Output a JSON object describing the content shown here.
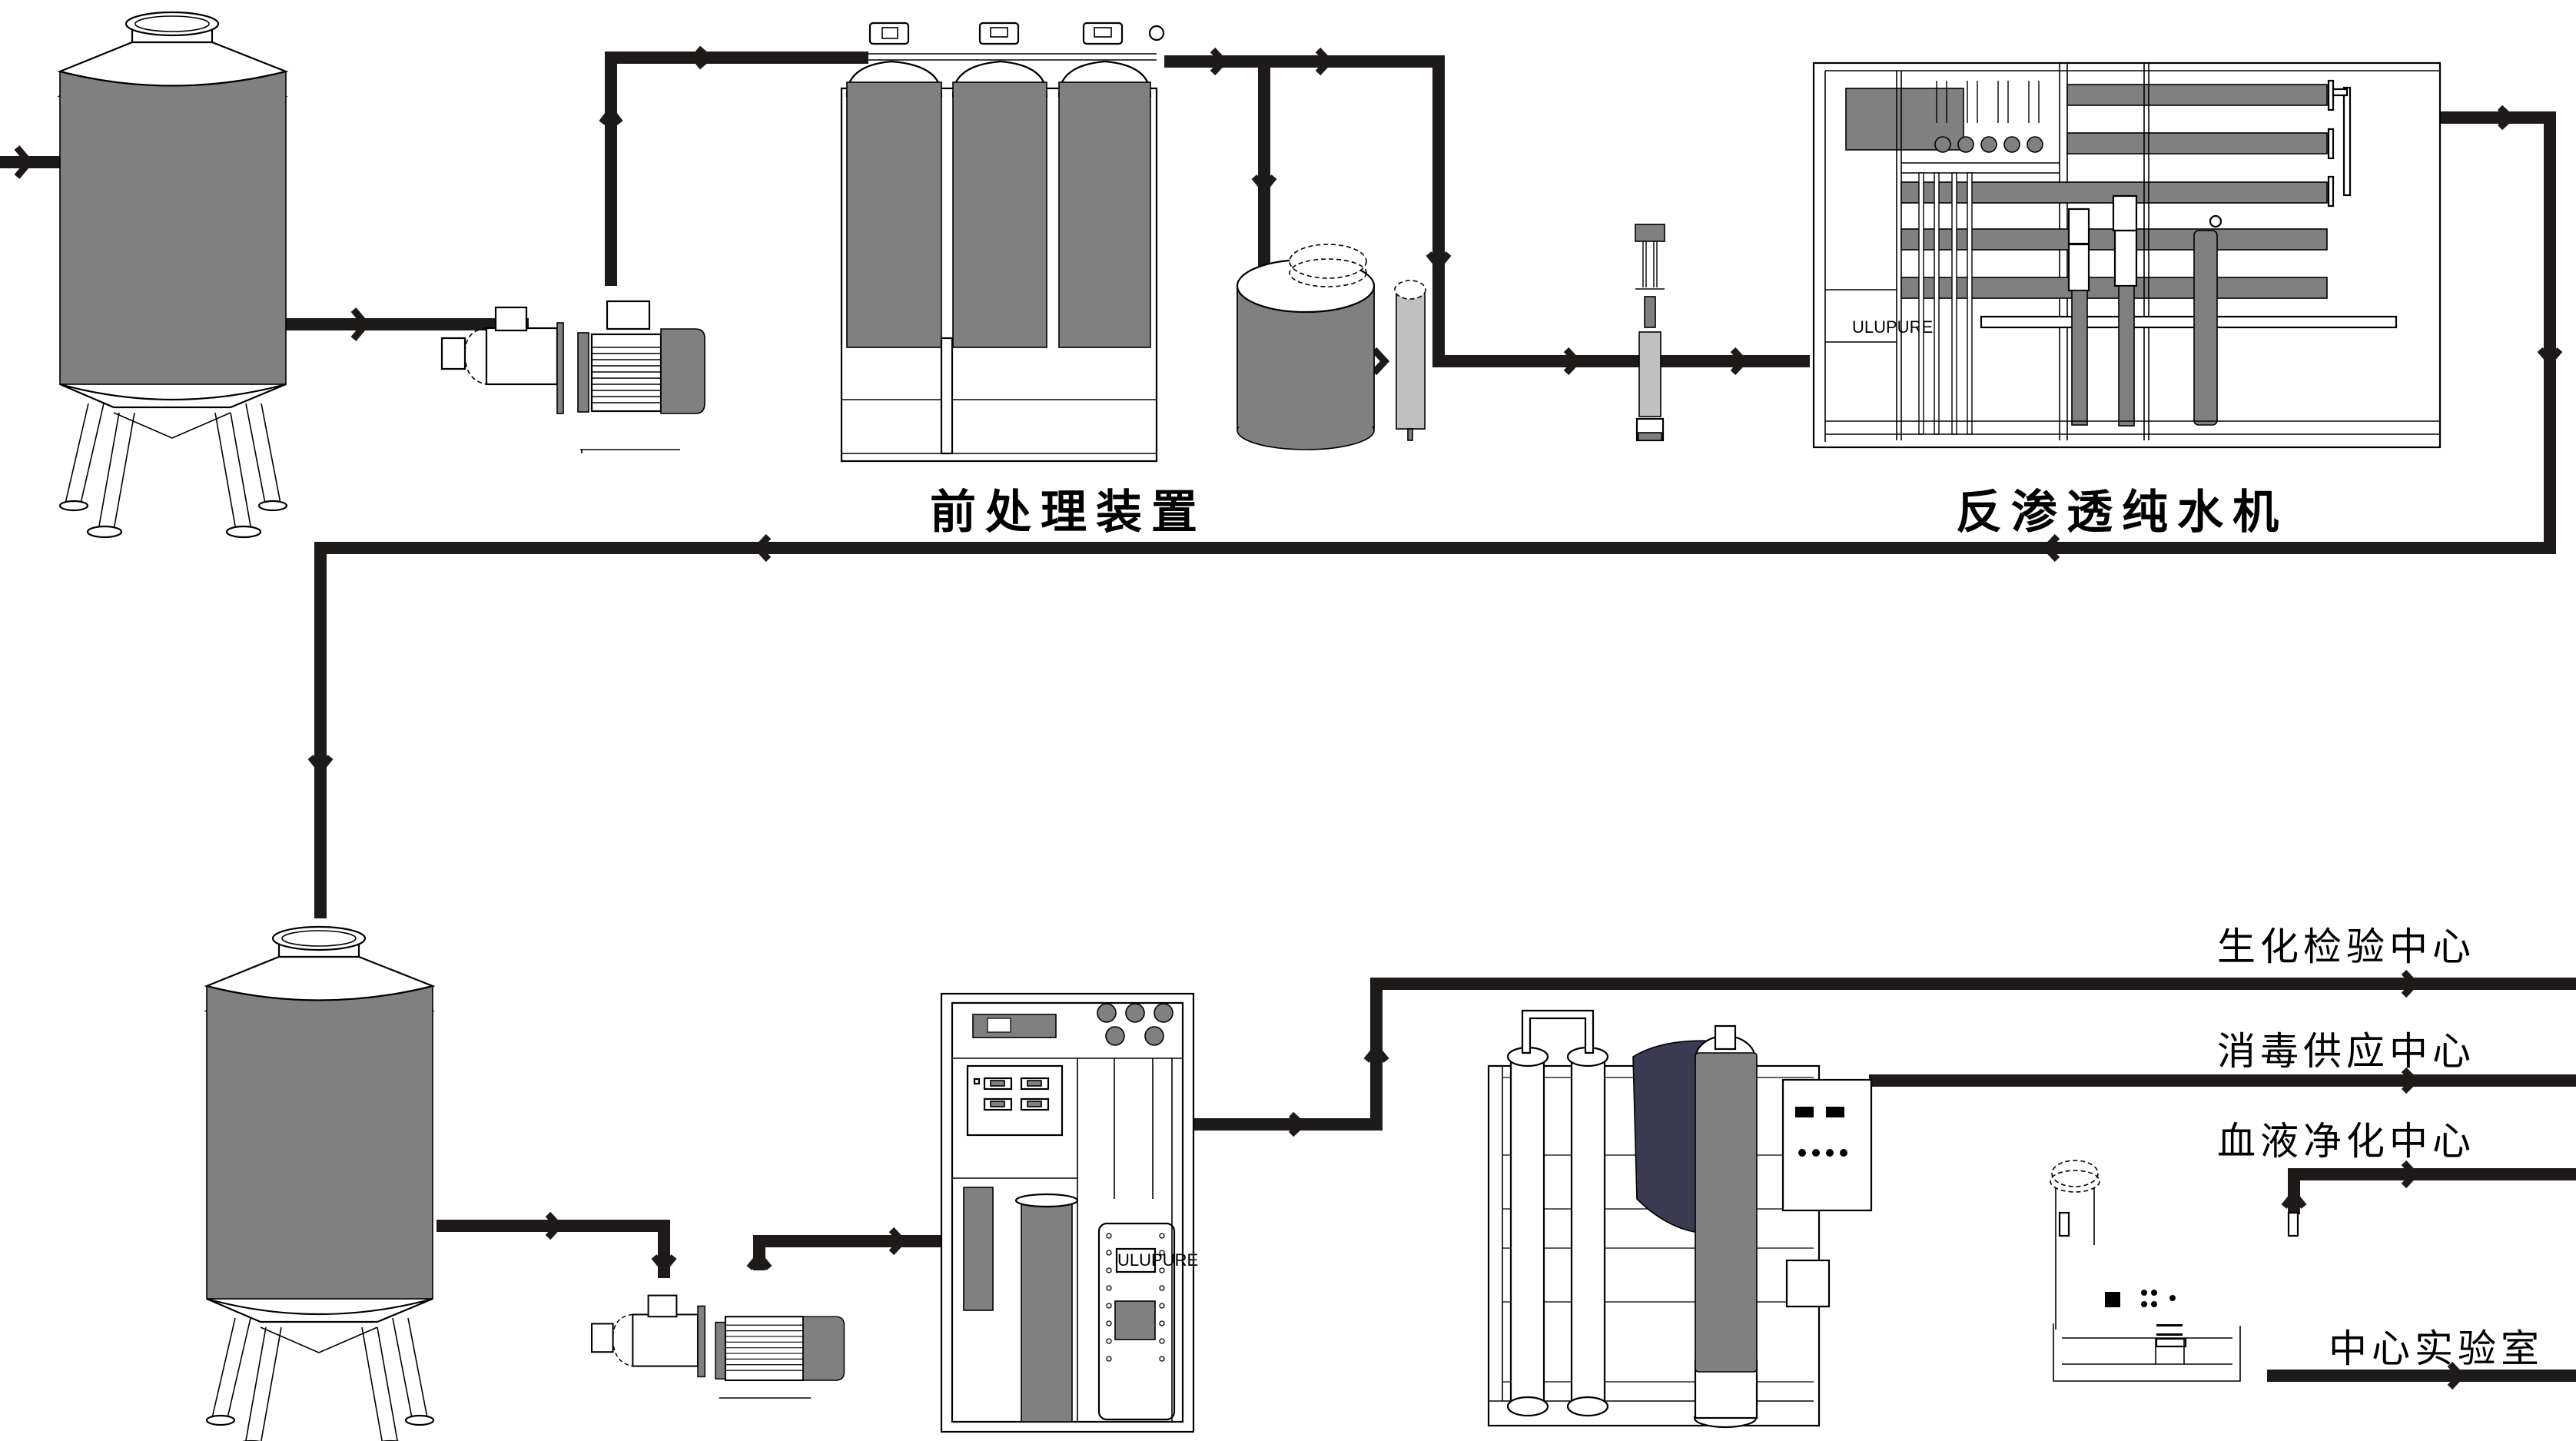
{
  "diagram": {
    "type": "water-treatment-process-flow",
    "colors": {
      "pipe": "#1e1a19",
      "equipment_fill": "#808080",
      "light_fill": "#c0c0c0",
      "tank_dark": "#3a3a50",
      "background": "#ffffff"
    },
    "stages": {
      "pretreatment_label": "前处理装置",
      "ro_label": "反渗透纯水机"
    },
    "brand": {
      "ro_unit": "ULUPURE",
      "edi_module": "ULUPURE"
    },
    "destinations": [
      {
        "label": "生化检验中心"
      },
      {
        "label": "消毒供应中心"
      },
      {
        "label": "血液净化中心"
      },
      {
        "label": "中心实验室"
      }
    ],
    "equipment": [
      {
        "name": "raw-water-tank",
        "icon": "storage-tank-icon"
      },
      {
        "name": "raw-water-pump",
        "icon": "centrifugal-pump-icon"
      },
      {
        "name": "multimedia-filters",
        "icon": "filter-column-icon"
      },
      {
        "name": "brine-tank",
        "icon": "salt-tank-icon"
      },
      {
        "name": "security-filter",
        "icon": "cartridge-filter-icon"
      },
      {
        "name": "high-pressure-pump",
        "icon": "vertical-pump-icon"
      },
      {
        "name": "ro-machine",
        "icon": "ro-unit-icon"
      },
      {
        "name": "pure-water-tank",
        "icon": "storage-tank-icon"
      },
      {
        "name": "booster-pump",
        "icon": "centrifugal-pump-icon"
      },
      {
        "name": "edi-unit",
        "icon": "edi-unit-icon"
      },
      {
        "name": "polishing-unit",
        "icon": "polishing-unit-icon"
      },
      {
        "name": "lab-water-unit",
        "icon": "lab-unit-icon"
      }
    ]
  }
}
